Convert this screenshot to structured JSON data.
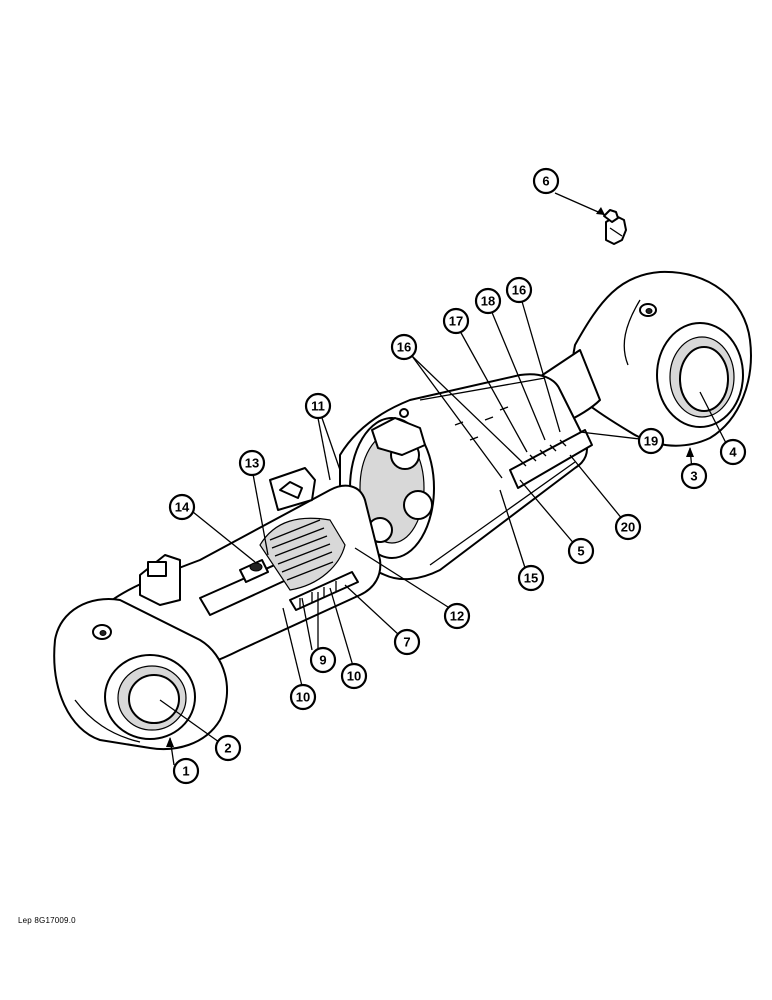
{
  "diagram": {
    "reference_code": "Lep 8G17009.0",
    "callouts": [
      {
        "id": "c1",
        "label": "1"
      },
      {
        "id": "c2",
        "label": "2"
      },
      {
        "id": "c3",
        "label": "3"
      },
      {
        "id": "c4",
        "label": "4"
      },
      {
        "id": "c5",
        "label": "5"
      },
      {
        "id": "c6",
        "label": "6"
      },
      {
        "id": "c7",
        "label": "7"
      },
      {
        "id": "c9",
        "label": "9"
      },
      {
        "id": "c10a",
        "label": "10"
      },
      {
        "id": "c10b",
        "label": "10"
      },
      {
        "id": "c11",
        "label": "11"
      },
      {
        "id": "c12",
        "label": "12"
      },
      {
        "id": "c13",
        "label": "13"
      },
      {
        "id": "c14",
        "label": "14"
      },
      {
        "id": "c15",
        "label": "15"
      },
      {
        "id": "c16a",
        "label": "16"
      },
      {
        "id": "c16b",
        "label": "16"
      },
      {
        "id": "c17",
        "label": "17"
      },
      {
        "id": "c18",
        "label": "18"
      },
      {
        "id": "c19",
        "label": "19"
      },
      {
        "id": "c20",
        "label": "20"
      }
    ]
  }
}
